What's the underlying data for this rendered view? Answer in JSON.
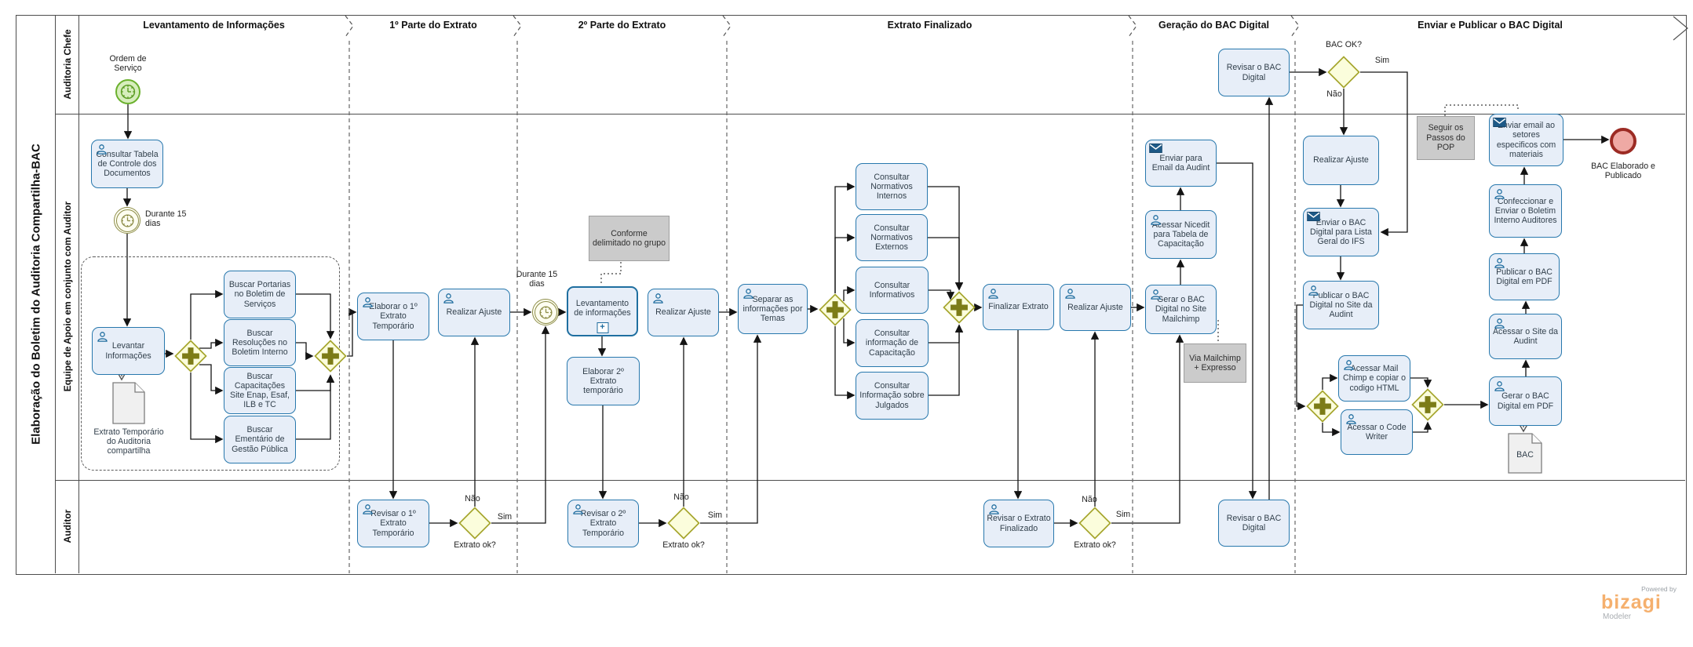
{
  "pool": {
    "title": "Elaboração do Boletim do Auditoria Compartilha-BAC"
  },
  "lanes": [
    {
      "label": "Auditoria Chefe"
    },
    {
      "label": "Equipe de Apoio em conjunto com Auditor"
    },
    {
      "label": "Auditor"
    }
  ],
  "phases": [
    {
      "label": "Levantamento de Informações"
    },
    {
      "label": "1º  Parte do Extrato"
    },
    {
      "label": "2º Parte do Extrato"
    },
    {
      "label": "Extrato Finalizado"
    },
    {
      "label": "Geração do BAC Digital"
    },
    {
      "label": "Enviar e Publicar o BAC Digital"
    }
  ],
  "nodes": {
    "start-ordem-servico": {
      "kind": "start-timer-event",
      "icon": "timer-start-icon",
      "label": ""
    },
    "label-ordem-de-servico": {
      "kind": "label",
      "label": "Ordem de Serviço"
    },
    "timer-durante-15-dias-1": {
      "kind": "intermediate-timer-event",
      "icon": "timer-icon",
      "label": ""
    },
    "label-durante-15-dias-1": {
      "kind": "label",
      "align": "left",
      "label": "Durante 15 dias"
    },
    "timer-durante-15-dias-2": {
      "kind": "intermediate-timer-event",
      "icon": "timer-icon",
      "label": ""
    },
    "label-durante-15-dias-2": {
      "kind": "label",
      "label": "Durante 15 dias"
    },
    "end-bac-publicado": {
      "kind": "end-event",
      "label": ""
    },
    "label-bac-elaborado": {
      "kind": "label",
      "label": "BAC Elaborado e Publicado"
    },
    "consultar-tabela-controle": {
      "kind": "task",
      "icon": "user-icon",
      "label": "Consultar Tabela de Controle dos Documentos"
    },
    "levantar-informacoes": {
      "kind": "task",
      "icon": "user-icon",
      "label": "Levantar Informações"
    },
    "buscar-portarias": {
      "kind": "task",
      "label": "Buscar Portarias no Boletim de Serviços"
    },
    "buscar-resolucoes": {
      "kind": "task",
      "label": "Buscar Resoluções no Boletim Interno"
    },
    "buscar-capacitacoes": {
      "kind": "task",
      "label": "Buscar Capacitações Site Enap, Esaf, ILB e TC"
    },
    "buscar-ementario": {
      "kind": "task",
      "label": "Buscar Ementário de Gestão Pública"
    },
    "group-levantamento": {
      "kind": "group",
      "label": ""
    },
    "doc-extrato-temporario": {
      "kind": "document",
      "label": "Extrato Temporário do Auditoria compartilha"
    },
    "elaborar-1-extrato-temporario": {
      "kind": "task",
      "icon": "user-icon",
      "label": "Elaborar o 1º Extrato Temporário"
    },
    "realizar-ajuste-1": {
      "kind": "task",
      "icon": "user-icon",
      "label": "Realizar Ajuste"
    },
    "revisar-1-extrato-temporario": {
      "kind": "task",
      "icon": "user-icon",
      "label": "Revisar o 1º Extrato Temporário"
    },
    "gateway-extrato-ok-1": {
      "kind": "gateway-exclusive",
      "label": ""
    },
    "label-nao-1": {
      "kind": "label",
      "label": "Não"
    },
    "label-sim-1": {
      "kind": "label",
      "label": "Sim"
    },
    "label-extrato-ok-1": {
      "kind": "label",
      "label": "Extrato ok?"
    },
    "levantamento-informacoes-subprocesso": {
      "kind": "subprocess",
      "icon": "subprocess-plus-icon",
      "label": "Levantamento de informações"
    },
    "annotation-conforme-grupo": {
      "kind": "annotation",
      "label": "Conforme delimitado no grupo"
    },
    "realizar-ajuste-2": {
      "kind": "task",
      "icon": "user-icon",
      "label": "Realizar Ajuste"
    },
    "elaborar-2-extrato-temporario": {
      "kind": "task",
      "label": "Elaborar 2º Extrato temporário"
    },
    "revisar-2-extrato-temporario": {
      "kind": "task",
      "icon": "user-icon",
      "label": "Revisar o 2º Extrato Temporário"
    },
    "gateway-extrato-ok-2": {
      "kind": "gateway-exclusive",
      "label": ""
    },
    "label-nao-2": {
      "kind": "label",
      "label": "Não"
    },
    "label-sim-2": {
      "kind": "label",
      "label": "Sim"
    },
    "label-extrato-ok-2": {
      "kind": "label",
      "label": "Extrato ok?"
    },
    "separar-informacoes-temas": {
      "kind": "task",
      "icon": "user-icon",
      "label": "Separar as informações por Temas"
    },
    "gateway-parallel-3": {
      "kind": "gateway-parallel",
      "label": ""
    },
    "consultar-normativos-internos": {
      "kind": "task",
      "label": "Consultar Normativos Internos"
    },
    "consultar-normativos-externos": {
      "kind": "task",
      "label": "Consultar Normativos Externos"
    },
    "consultar-informativos": {
      "kind": "task",
      "label": "Consultar Informativos"
    },
    "consultar-informacao-capacitacao": {
      "kind": "task",
      "label": "Consultar informação de Capacitação"
    },
    "consultar-informacao-julgados": {
      "kind": "task",
      "label": "Consultar Informação sobre Julgados"
    },
    "gateway-parallel-4": {
      "kind": "gateway-parallel",
      "label": ""
    },
    "finalizar-extrato": {
      "kind": "task",
      "icon": "user-icon",
      "label": "Finalizar Extrato"
    },
    "realizar-ajuste-3": {
      "kind": "task",
      "icon": "user-icon",
      "label": "Realizar Ajuste"
    },
    "revisar-extrato-finalizado": {
      "kind": "task",
      "icon": "user-icon",
      "label": "Revisar o Extrato Finalizado"
    },
    "gateway-extrato-ok-3": {
      "kind": "gateway-exclusive",
      "label": ""
    },
    "label-nao-3": {
      "kind": "label",
      "label": "Não"
    },
    "label-sim-3": {
      "kind": "label",
      "label": "Sim"
    },
    "label-extrato-ok-3": {
      "kind": "label",
      "label": "Extrato ok?"
    },
    "gateway-parallel-1": {
      "kind": "gateway-parallel",
      "label": ""
    },
    "gateway-parallel-2": {
      "kind": "gateway-parallel",
      "label": ""
    },
    "enviar-para-email-audint": {
      "kind": "task",
      "icon": "message-icon",
      "label": "Enviar para Email da Audint"
    },
    "acessar-nicedit": {
      "kind": "task",
      "icon": "user-icon",
      "label": "Acessar Nicedit para Tabela de Capacitação"
    },
    "gerar-bac-site-mailchimp": {
      "kind": "task",
      "icon": "user-icon",
      "label": "Gerar o BAC Digital no Site Mailchimp"
    },
    "annotation-via-mailchimp": {
      "kind": "annotation",
      "label": "Via Mailchimp + Expresso"
    },
    "revisar-bac-digital-chefe": {
      "kind": "task",
      "label": "Revisar o BAC Digital"
    },
    "revisar-bac-digital-auditor": {
      "kind": "task",
      "label": "Revisar o BAC Digital"
    },
    "gateway-bac-ok": {
      "kind": "gateway-exclusive",
      "label": ""
    },
    "label-bac-ok": {
      "kind": "label",
      "label": "BAC OK?"
    },
    "label-sim-4": {
      "kind": "label",
      "label": "Sim"
    },
    "label-nao-4": {
      "kind": "label",
      "label": "Não"
    },
    "realizar-ajuste-4": {
      "kind": "task",
      "label": "Realizar Ajuste"
    },
    "enviar-bac-lista-geral-ifs": {
      "kind": "task",
      "icon": "message-icon",
      "label": "Enviar o BAC Digital para Lista Geral do IFS"
    },
    "publicar-bac-site-audint": {
      "kind": "task",
      "icon": "user-icon",
      "label": "Publicar o BAC Digital no Site da Audint"
    },
    "gateway-parallel-5": {
      "kind": "gateway-parallel",
      "label": ""
    },
    "acessar-mailchimp-copiar-html": {
      "kind": "task",
      "icon": "user-icon",
      "label": "Acessar Mail Chimp e copiar o codigo HTML"
    },
    "acessar-code-writer": {
      "kind": "task",
      "icon": "user-icon",
      "label": "Acessar o Code Writer"
    },
    "gateway-parallel-6": {
      "kind": "gateway-parallel",
      "label": ""
    },
    "gerar-bac-pdf": {
      "kind": "task",
      "icon": "user-icon",
      "label": "Gerar o BAC Digital em PDF"
    },
    "doc-bac": {
      "kind": "document",
      "inside": true,
      "label": "BAC"
    },
    "acessar-site-audint": {
      "kind": "task",
      "icon": "user-icon",
      "label": "Acessar o Site da Audint"
    },
    "publicar-bac-pdf": {
      "kind": "task",
      "icon": "user-icon",
      "label": "Publicar o BAC Digital em PDF"
    },
    "confeccionar-enviar-boletim": {
      "kind": "task",
      "icon": "user-icon",
      "label": "Confeccionar e Enviar o Boletim Interno Auditores"
    },
    "enviar-email-setores": {
      "kind": "task",
      "icon": "message-icon",
      "label": "Enviar email ao setores especificos com materiais"
    },
    "annotation-seguir-pop": {
      "kind": "annotation",
      "label": "Seguir os Passos do POP"
    }
  },
  "branding": {
    "powered_by": "Powered by",
    "name": "bizagi",
    "product": "Modeler"
  },
  "colors": {
    "task_fill": "#E7EEF8",
    "task_border": "#2878AD",
    "gateway_fill": "#FBFDDC",
    "gateway_border": "#A6A62E",
    "parallel_cross": "#7C7C17",
    "start_green": "#6BB12E",
    "timer_olive": "#8D8D49",
    "end_red": "#9C2B24",
    "annotation_gray": "#CBCBCB",
    "brand_orange": "#F5B06E"
  }
}
